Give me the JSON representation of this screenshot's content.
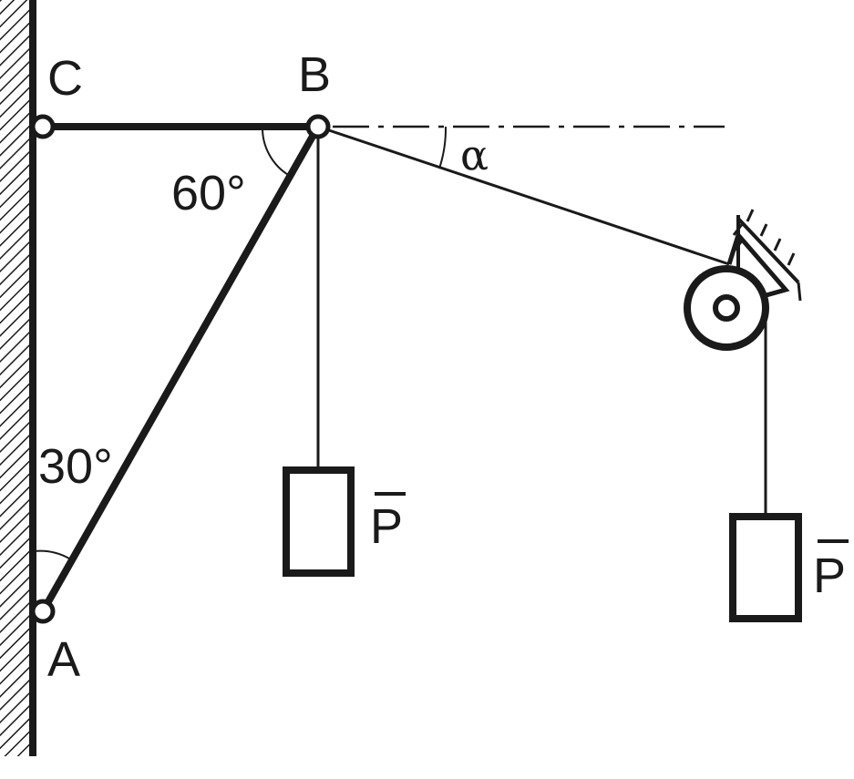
{
  "diagram": {
    "points": {
      "a": "A",
      "b": "B",
      "c": "C"
    },
    "angles": {
      "at_b": "60°",
      "at_a": "30°",
      "rope": "α"
    },
    "loads": {
      "left": "P",
      "right": "P"
    }
  }
}
